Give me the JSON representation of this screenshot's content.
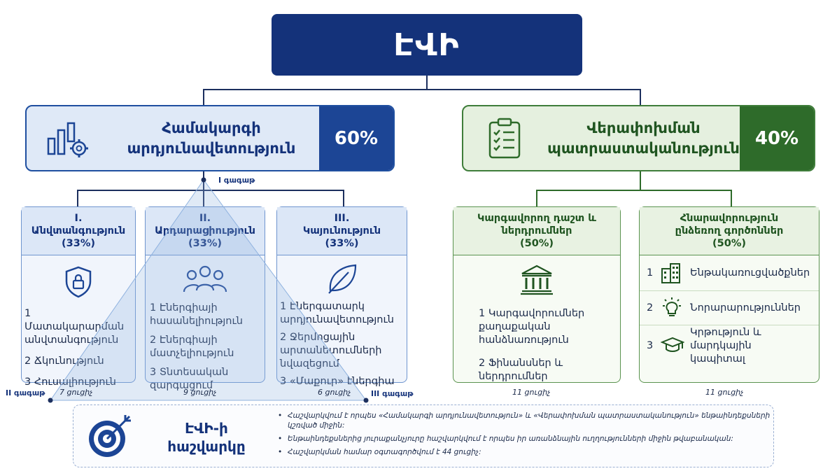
{
  "title": "ԷՎԻ",
  "pillars": {
    "left": {
      "label_line1": "Համակարգի",
      "label_line2": "արդյունավետություն",
      "pct": "60%",
      "icon": "chart-gear-icon",
      "gaga": "I գագաթ"
    },
    "right": {
      "label_line1": "Վերափոխման",
      "label_line2": "պատրաստականություն",
      "pct": "40%",
      "icon": "clipboard-checklist-icon"
    }
  },
  "sub_left": [
    {
      "head1": "I.",
      "head2": "Անվտանգություն",
      "head3": "(33%)",
      "icon": "shield-lock-icon",
      "items": [
        "1 Մատակարարման անվտանգություն",
        "2 Ճկունություն",
        "3 Հուսալիություն"
      ],
      "count": "7 ցուցիչ"
    },
    {
      "head1": "II.",
      "head2": "Արդարացիություն",
      "head3": "(33%)",
      "icon": "people-group-icon",
      "items": [
        "1 Էներգիայի հասանելիություն",
        "2 Էներգիայի մատչելիություն",
        "3 Տնտեսական զարգացում"
      ],
      "count": "9 ցուցիչ"
    },
    {
      "head1": "III.",
      "head2": "Կայունություն",
      "head3": "(33%)",
      "icon": "leaf-icon",
      "items": [
        "1 Էներգատարկ արդյունավետություն",
        "2 Ջերմոցային արտանետումների նվազեցում",
        "3 «Մաքուր» էներգիա"
      ],
      "count": "6 ցուցիչ"
    }
  ],
  "sub_right": [
    {
      "head1": "Կարգավորող դաշտ և",
      "head2": "ներդրումներ",
      "head3": "(50%)",
      "icon": "bank-building-icon",
      "items": [
        "1 Կարգավորումներ քաղաքական հանձնառություն",
        "2 Ֆինանսներ և ներդրումներ"
      ],
      "count": "11 ցուցիչ"
    },
    {
      "head1": "Հնարավորություն",
      "head2": "ընձեռող գործոններ",
      "head3": "(50%)",
      "items": [
        {
          "num": "1",
          "icon": "buildings-icon",
          "label": "Ենթակառուցվածքներ"
        },
        {
          "num": "2",
          "icon": "lightbulb-icon",
          "label": "Նորարարություններ"
        },
        {
          "num": "3",
          "icon": "graduation-cap-icon",
          "label": "Կրթություն և մարդկային կապիտալ"
        }
      ],
      "count": "11 ցուցիչ"
    }
  ],
  "gaga2": "II գագաթ",
  "gaga3": "III գագաթ",
  "bottom": {
    "title_line1": "ԷՎԻ-ի",
    "title_line2": "հաշվարկը",
    "icon": "target-arrow-icon",
    "bullets": [
      "Հաշվարկվում է որպես «Համակարգի արդյունավետություն» և «Վերափոխման պատրաստականություն» ենթաինդեքսների կշռված միջին:",
      "Ենթաինդեքսներից յուրաքանչյուրը հաշվարկվում է որպես իր առանձնային ուղղությունների միջին թվաբանական:",
      "Հաշվարկման համար օգտագործվում է 44 ցուցիչ:"
    ]
  }
}
